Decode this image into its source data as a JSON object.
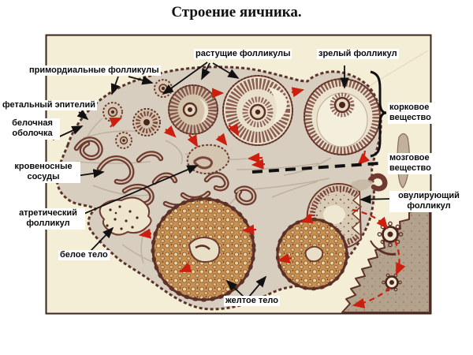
{
  "title": "Строение яичника.",
  "labels": {
    "primordial_follicles": {
      "text": "примордиальные фолликулы"
    },
    "growing_follicles": {
      "text": "растущие фолликулы"
    },
    "mature_follicle": {
      "text": "зрелый фолликул"
    },
    "fetal_epithelium": {
      "text": "фетальный эпителий"
    },
    "tunica_albuginea": {
      "text": "белочная оболочка"
    },
    "cortex": {
      "text": "корковое вещество"
    },
    "medulla": {
      "text": "мозговое вещество"
    },
    "blood_vessels": {
      "text": "кровеносные сосуды"
    },
    "ovulating_follicle": {
      "text": "овулирующий фолликул"
    },
    "atretic_follicle": {
      "text": "атретический фолликул"
    },
    "corpus_albicans": {
      "text": "белое тело"
    },
    "corpus_luteum": {
      "text": "желтое тело"
    }
  },
  "colors": {
    "page_background": "#ffffff",
    "frame_fill": "#f4eed6",
    "frame_border": "#3a241e",
    "stroma": "#d8cec0",
    "ink": "#5d3128",
    "pointer_black": "#111111",
    "arrow_red": "#cc1f10",
    "corpus_luteum_fill": "#c9914f",
    "label_text": "#0a0a0a",
    "label_background": "#ffffff"
  }
}
